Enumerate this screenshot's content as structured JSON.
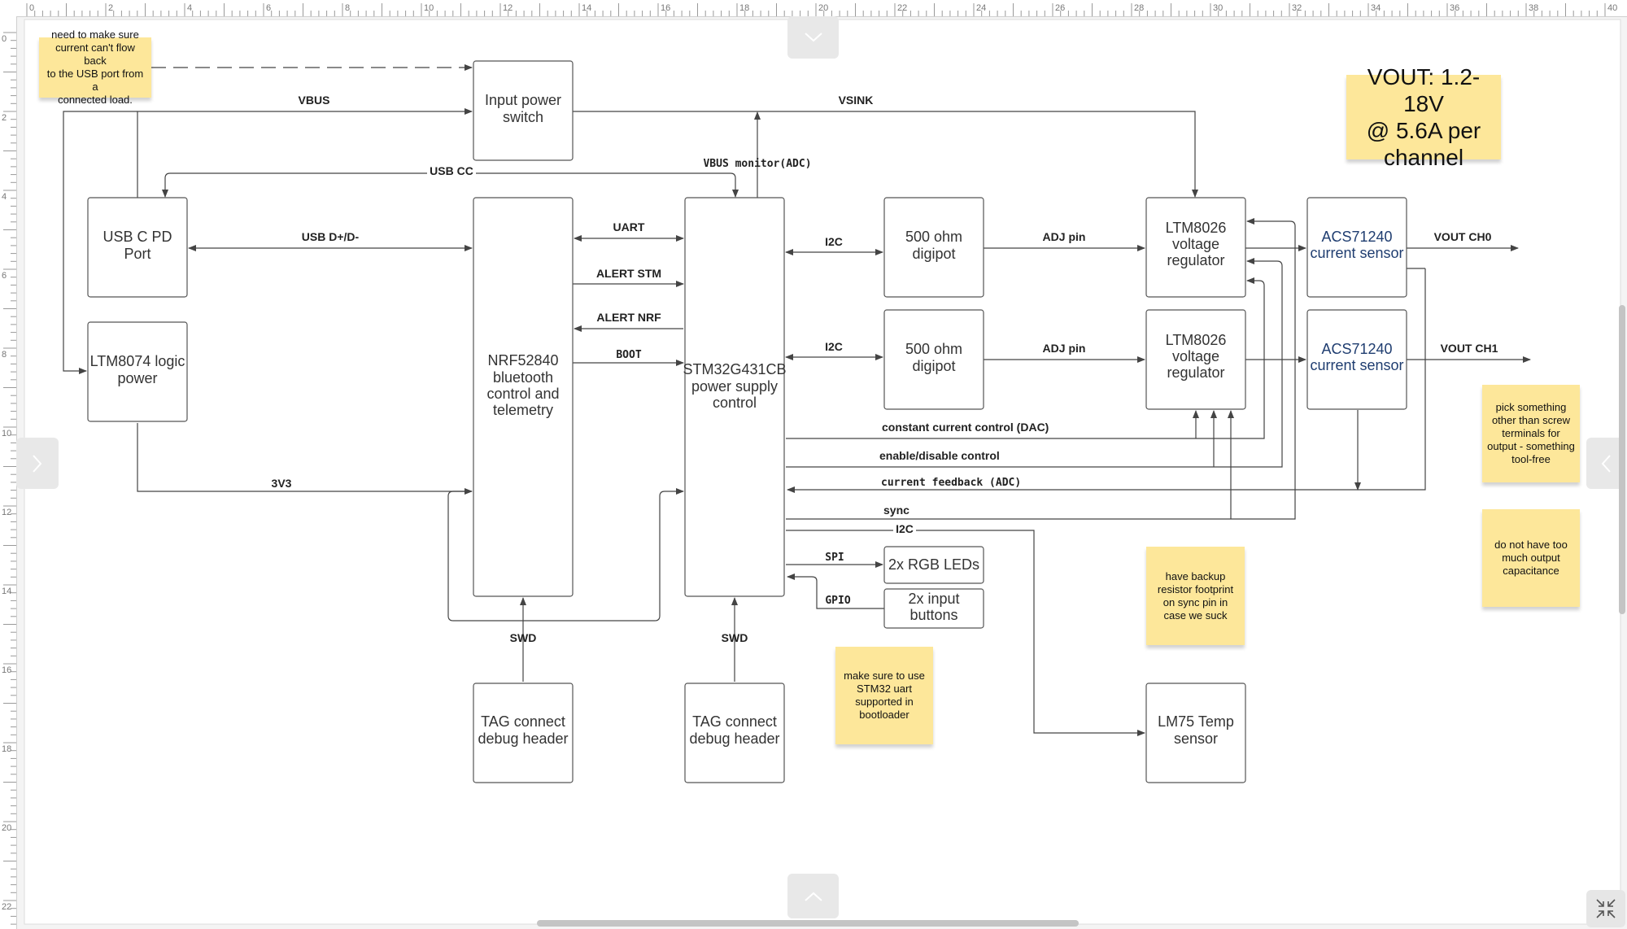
{
  "ruler": {
    "top_labels": [
      "0",
      "2",
      "4",
      "6",
      "8",
      "10",
      "12",
      "14",
      "16",
      "18",
      "20",
      "22",
      "24",
      "26",
      "28",
      "30",
      "32",
      "34",
      "36",
      "38",
      "40"
    ],
    "left_labels": [
      "0",
      "2",
      "4",
      "6",
      "8",
      "10",
      "12",
      "14",
      "16",
      "18",
      "20",
      "22"
    ]
  },
  "boxes": {
    "input_power_switch": [
      "Input power",
      "switch"
    ],
    "usb_c_pd_port": [
      "USB C PD",
      "Port"
    ],
    "ltm8074": [
      "LTM8074 logic",
      "power"
    ],
    "nrf52840": [
      "NRF52840",
      "",
      "bluetooth",
      "control and",
      "telemetry"
    ],
    "stm32": [
      "STM32G431CB",
      "",
      "power supply",
      "control"
    ],
    "digipot_0": [
      "500 ohm",
      "digipot"
    ],
    "digipot_1": [
      "500 ohm",
      "digipot"
    ],
    "ltm8026_0": [
      "LTM8026",
      "voltage",
      "regulator"
    ],
    "ltm8026_1": [
      "LTM8026",
      "voltage",
      "regulator"
    ],
    "acs71240_0": [
      "ACS71240",
      "current sensor"
    ],
    "acs71240_1": [
      "ACS71240",
      "current sensor"
    ],
    "rgb_leds": [
      "2x RGB LEDs"
    ],
    "input_buttons": [
      "2x input",
      "buttons"
    ],
    "tag_nrf": [
      "TAG connect",
      "debug header"
    ],
    "tag_stm": [
      "TAG connect",
      "debug header"
    ],
    "lm75": [
      "LM75 Temp",
      "sensor"
    ]
  },
  "labels": {
    "vbus": "VBUS",
    "vsink": "VSINK",
    "usb_cc": "USB CC",
    "vbus_monitor": "VBUS monitor(ADC)",
    "usb_data": "USB D+/D-",
    "uart": "UART",
    "alert_stm": "ALERT STM",
    "alert_nrf": "ALERT NRF",
    "boot": "BOOT",
    "i2c_0": "I2C",
    "i2c_1": "I2C",
    "adj_pin_0": "ADJ pin",
    "adj_pin_1": "ADJ pin",
    "vout_ch0": "VOUT CH0",
    "vout_ch1": "VOUT CH1",
    "constant_current": "constant current control (DAC)",
    "enable_disable": "enable/disable control",
    "current_feedback": "current feedback (ADC)",
    "sync": "sync",
    "i2c_temp": "I2C",
    "spi": "SPI",
    "gpio": "GPIO",
    "v3v3": "3V3",
    "swd_nrf": "SWD",
    "swd_stm": "SWD"
  },
  "stickies": {
    "usb_backflow": "need to make sure\ncurrent can't flow back\nto the USB port from a\nconnected load.",
    "vout_spec": "VOUT: 1.2-18V\n@ 5.6A per\nchannel",
    "terminals": "pick something\nother than screw\nterminals for\noutput - something\ntool-free",
    "capacitance": "do not have too\nmuch output\ncapacitance",
    "sync_resistor": "have backup\nresistor footprint\non sync pin in\ncase we suck",
    "stm32_uart": "make sure to use\nSTM32 uart\nsupported in\nbootloader"
  },
  "colors": {
    "sticky": "#fde79a",
    "box_border": "#555555",
    "acs_text": "#1f3d70",
    "line": "#444444"
  },
  "icons": {
    "nav_top": "chevron-down-icon",
    "nav_bottom": "chevron-up-icon",
    "nav_left": "chevron-right-icon",
    "nav_right": "chevron-left-icon",
    "fit": "collapse-arrows-icon"
  }
}
